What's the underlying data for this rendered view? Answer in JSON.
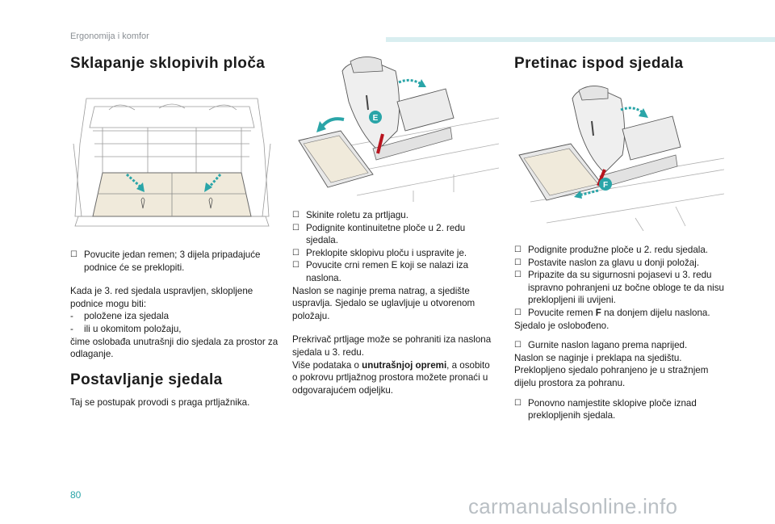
{
  "header": {
    "section": "Ergonomija i komfor"
  },
  "left": {
    "title": "Sklapanje sklopivih ploča",
    "bullet1": "Povucite jedan remen; 3 dijela pripadajuće podnice će se preklopiti.",
    "para1": "Kada je 3. red sjedala uspravljen, sklopljene podnice mogu biti:",
    "dash1": "položene iza sjedala",
    "dash2": "ili u okomitom položaju,",
    "para2": "čime oslobađa unutrašnji dio sjedala za prostor za odlaganje.",
    "title2": "Postavljanje sjedala",
    "para3": "Taj se postupak provodi s praga prtljažnika."
  },
  "middle": {
    "label_e": "E",
    "bullets": [
      "Skinite roletu za prtljagu.",
      "Podignite kontinuitetne ploče u 2. redu sjedala.",
      "Preklopite sklopivu ploču i uspravite je.",
      "Povucite crni remen E koji se nalazi iza naslona."
    ],
    "para1": "Naslon se naginje prema natrag, a sjedište uspravlja. Sjedalo se uglavljuje u otvorenom položaju.",
    "para2a": "Prekrivač prtljage može se pohraniti iza naslona sjedala u 3. redu.",
    "para2b_pre": "Više podataka o ",
    "para2b_bold": "unutrašnjoj opremi",
    "para2b_post": ", a osobito o pokrovu prtljažnog prostora možete pronaći u odgovarajućem odjeljku."
  },
  "right": {
    "title": "Pretinac ispod sjedala",
    "label_f": "F",
    "bullets": [
      "Podignite produžne ploče u 2. redu sjedala.",
      "Postavite naslon za glavu u donji položaj.",
      "Pripazite da su sigurnosni pojasevi u 3. redu ispravno pohranjeni uz bočne obloge te da nisu preklopljeni ili uvijeni."
    ],
    "bullet4_pre": "Povucite remen ",
    "bullet4_bold": "F",
    "bullet4_post": " na donjem dijelu naslona.",
    "para1": "Sjedalo je oslobođeno.",
    "bullet5": "Gurnite naslon lagano prema naprijed.",
    "para2": "Naslon se naginje i preklapa na sjedištu. Preklopljeno sjedalo pohranjeno je u stražnjem dijelu prostora za pohranu.",
    "bullet6": "Ponovno namjestite sklopive ploče iznad preklopljenih sjedala."
  },
  "footer": {
    "page": "80",
    "watermark": "carmanualsonline.info"
  },
  "colors": {
    "accent": "#2aa5a8",
    "header_bar": "#d9eef0",
    "strap": "#b8141e"
  },
  "icons": {
    "bullet": "checkbox-bullet-icon"
  }
}
